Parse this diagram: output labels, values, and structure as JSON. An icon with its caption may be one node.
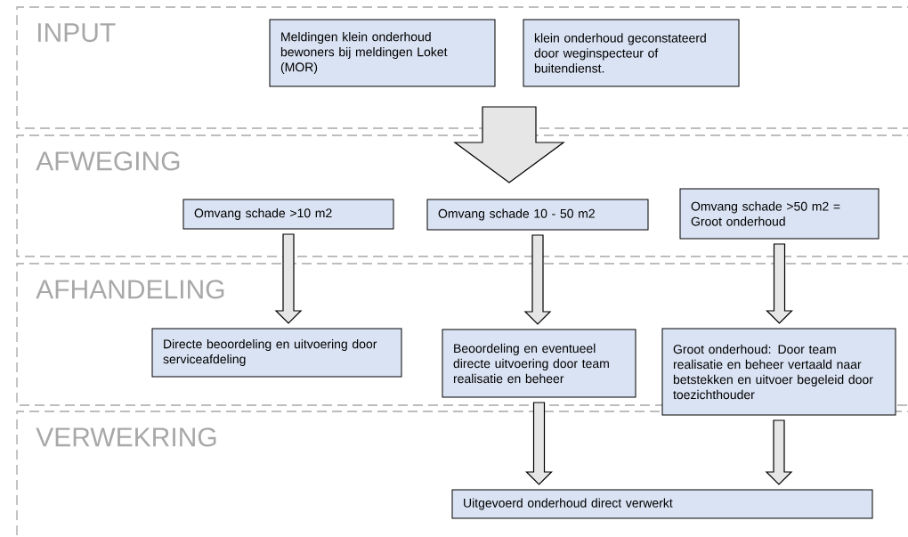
{
  "diagram": {
    "nodes": [
      {
        "text": [
          "INPUT"
        ]
      },
      {
        "text": [
          "AFWEGING"
        ]
      },
      {
        "text": [
          "AFHANDELING"
        ]
      },
      {
        "text": [
          "VERWEKRING"
        ]
      },
      {
        "text": [
          "Meldingen klein onderhoud bewoners bij meldingen Loket (MOR)"
        ],
        "in": 0
      },
      {
        "text": [
          "klein onderhoud geconstateerd door weginspecteur of buitendienst."
        ],
        "in": 0
      },
      {
        "text": [
          "Omvang schade >10 m2"
        ],
        "in": 1
      },
      {
        "text": [
          "Omvang schade 10 - 50 m2"
        ],
        "in": 1
      },
      {
        "text": [
          "Omvang schade >50 m2 = Groot onderhoud"
        ],
        "in": 1
      },
      {
        "text": [
          "Directe beoordeling en uitvoering door serviceafdeling"
        ],
        "in": 2
      },
      {
        "text": [
          "Beoordeling en eventueel directe uitvoering door team realisatie en beheer"
        ],
        "in": 2
      },
      {
        "text": [
          "Groot onderhoud: Door team realisatie en beheer vertaald naar betstekken en uitvoer begeleid door toezichthouder"
        ],
        "in": 2
      },
      {
        "text": [
          "Uitgevoerd onderhoud direct verwerkt"
        ],
        "in": 3
      }
    ],
    "edges": [
      {
        "from": 4,
        "to": 7,
        "arrow": "to",
        "style": "thick"
      },
      {
        "from": 5,
        "to": 7,
        "arrow": "to",
        "style": "thick"
      },
      {
        "from": 6,
        "to": 9,
        "arrow": "to"
      },
      {
        "from": 7,
        "to": 10,
        "arrow": "to"
      },
      {
        "from": 8,
        "to": 11,
        "arrow": "to"
      },
      {
        "from": 10,
        "to": 12,
        "arrow": "to"
      },
      {
        "from": 11,
        "to": 12,
        "arrow": "to"
      }
    ]
  }
}
